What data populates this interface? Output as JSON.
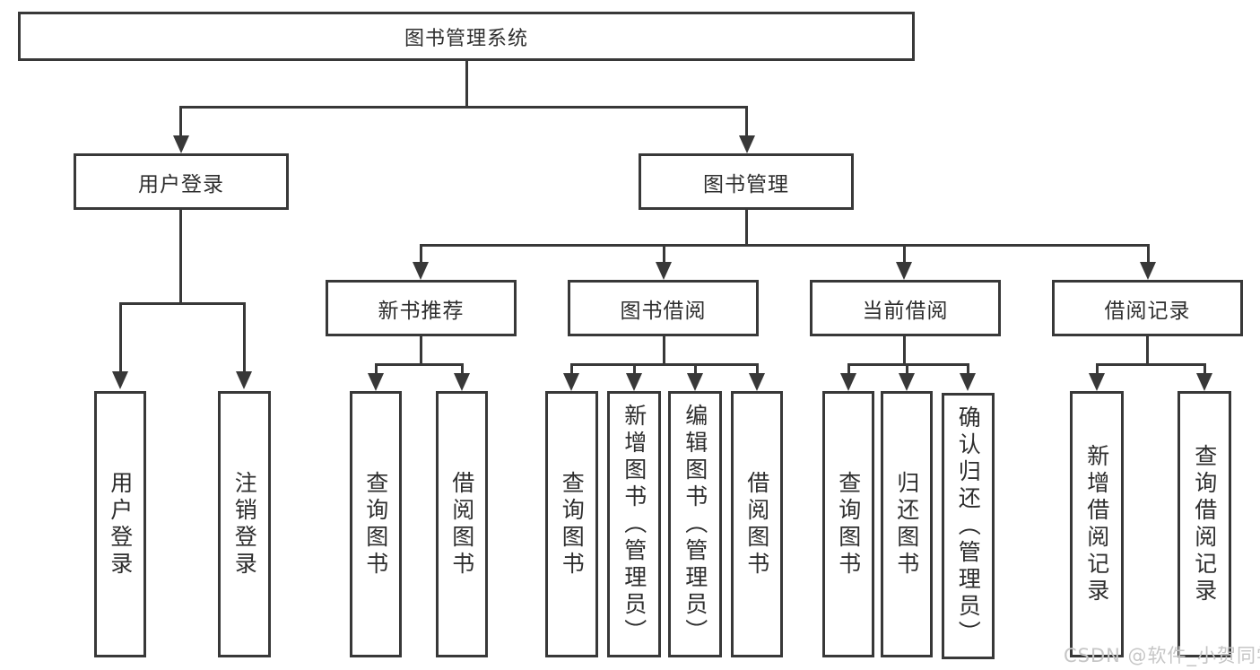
{
  "diagram": {
    "root": {
      "label": "图书管理系统"
    },
    "level2": [
      {
        "label": "用户登录",
        "children": [
          {
            "label": "用户登录"
          },
          {
            "label": "注销登录"
          }
        ]
      },
      {
        "label": "图书管理",
        "children": [
          {
            "label": "新书推荐",
            "children": [
              {
                "label": "查询图书"
              },
              {
                "label": "借阅图书"
              }
            ]
          },
          {
            "label": "图书借阅",
            "children": [
              {
                "label": "查询图书"
              },
              {
                "label": "新增图书（管理员）"
              },
              {
                "label": "编辑图书（管理员）"
              },
              {
                "label": "借阅图书"
              }
            ]
          },
          {
            "label": "当前借阅",
            "children": [
              {
                "label": "查询图书"
              },
              {
                "label": "归还图书"
              },
              {
                "label": "确认归还（管理员）"
              }
            ]
          },
          {
            "label": "借阅记录",
            "children": [
              {
                "label": "新增借阅记录"
              },
              {
                "label": "查询借阅记录"
              }
            ]
          }
        ]
      }
    ]
  },
  "watermark": {
    "text": "CSDN @软件_小贺同学"
  },
  "colors": {
    "line": "#383838",
    "text": "#2e2e2e",
    "background": "#ffffff",
    "watermark": "#c6c6c6"
  }
}
